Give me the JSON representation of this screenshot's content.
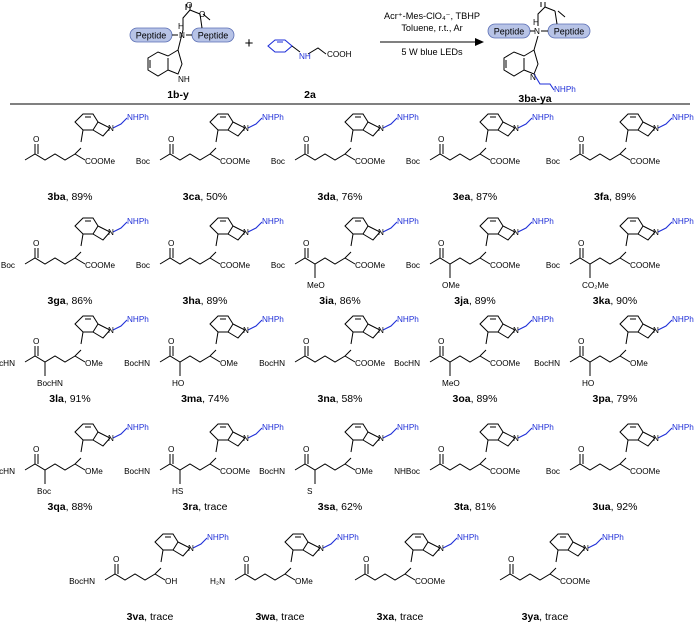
{
  "reaction": {
    "reactant1_label": "1b-y",
    "reactant2_label": "2a",
    "product_label": "3ba-ya",
    "plus": "+",
    "peptide": "Peptide",
    "conditions": [
      "Acr⁺-Mes-ClO₄⁻, TBHP",
      "Toluene, r.t., Ar",
      "5 W blue LEDs"
    ],
    "atoms": {
      "O": "O",
      "N": "N",
      "H": "H",
      "NH": "NH",
      "NHPh": "NHPh",
      "COOH": "COOH"
    }
  },
  "compounds": [
    {
      "id": "3ba",
      "yield": ", 89%",
      "left": "",
      "head": "",
      "tail": "COOMe"
    },
    {
      "id": "3ca",
      "yield": ", 50%",
      "left": "Boc",
      "head": "",
      "tail": "COOMe"
    },
    {
      "id": "3da",
      "yield": ", 76%",
      "left": "Boc",
      "head": "",
      "tail": "COOMe"
    },
    {
      "id": "3ea",
      "yield": ", 87%",
      "left": "Boc",
      "head": "",
      "tail": "COOMe"
    },
    {
      "id": "3fa",
      "yield": ", 89%",
      "left": "Boc",
      "head": "",
      "tail": "COOMe"
    },
    {
      "id": "3ga",
      "yield": ", 86%",
      "left": "Boc",
      "head": "",
      "tail": "COOMe"
    },
    {
      "id": "3ha",
      "yield": ", 89%",
      "left": "Boc",
      "head": "",
      "tail": "COOMe"
    },
    {
      "id": "3ia",
      "yield": ", 86%",
      "left": "Boc",
      "head": "MeO",
      "tail": "COOMe"
    },
    {
      "id": "3ja",
      "yield": ", 89%",
      "left": "Boc",
      "head": "OMe",
      "tail": "COOMe"
    },
    {
      "id": "3ka",
      "yield": ", 90%",
      "left": "Boc",
      "head": "CO₂Me",
      "tail": "COOMe"
    },
    {
      "id": "3la",
      "yield": ", 91%",
      "left": "BocHN",
      "head": "BocHN",
      "tail": "OMe"
    },
    {
      "id": "3ma",
      "yield": ", 74%",
      "left": "BocHN",
      "head": "HO",
      "tail": "OMe"
    },
    {
      "id": "3na",
      "yield": ", 58%",
      "left": "BocHN",
      "head": "",
      "tail": "COOMe"
    },
    {
      "id": "3oa",
      "yield": ", 89%",
      "left": "BocHN",
      "head": "MeO",
      "tail": "COOMe"
    },
    {
      "id": "3pa",
      "yield": ", 79%",
      "left": "BocHN",
      "head": "HO",
      "tail": "OMe"
    },
    {
      "id": "3qa",
      "yield": ", 88%",
      "left": "BocHN",
      "head": "Boc",
      "tail": "OMe"
    },
    {
      "id": "3ra",
      "yield": ", trace",
      "left": "BocHN",
      "head": "HS",
      "tail": "COOMe"
    },
    {
      "id": "3sa",
      "yield": ", 62%",
      "left": "BocHN",
      "head": "S",
      "tail": "OMe"
    },
    {
      "id": "3ta",
      "yield": ", 81%",
      "left": "NHBoc",
      "head": "",
      "tail": "COOMe"
    },
    {
      "id": "3ua",
      "yield": ", 92%",
      "left": "Boc",
      "head": "",
      "tail": "COOMe"
    },
    {
      "id": "3va",
      "yield": ", trace",
      "left": "BocHN",
      "head": "",
      "tail": "OH"
    },
    {
      "id": "3wa",
      "yield": ", trace",
      "left": "H₂N",
      "head": "",
      "tail": "OMe"
    },
    {
      "id": "3xa",
      "yield": ", trace",
      "left": "",
      "head": "",
      "tail": "COOMe"
    },
    {
      "id": "3ya",
      "yield": ", trace",
      "left": "",
      "head": "",
      "tail": "COOMe"
    }
  ]
}
